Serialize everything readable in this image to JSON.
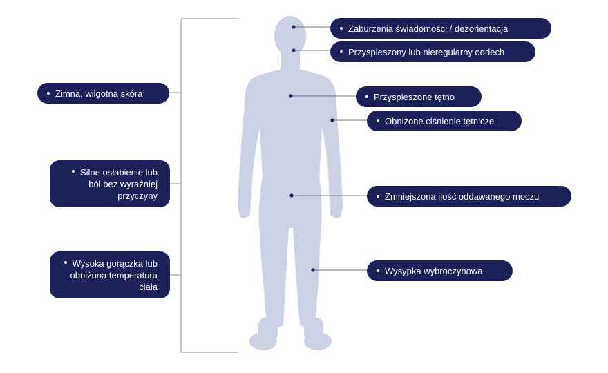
{
  "colors": {
    "pill_bg": "#1c2059",
    "pill_text": "#ffffff",
    "body": "#cdd1e4",
    "line": "#8a8ea8",
    "dot": "#1c2059"
  },
  "left_labels": [
    {
      "id": "cold-skin",
      "text": "Zimna, wilgotna skóra"
    },
    {
      "id": "weakness",
      "text": "Silne osłabienie lub ból bez wyraźniej przyczyny"
    },
    {
      "id": "fever",
      "text": "Wysoka gorączka lub obniżona temperatura ciała"
    }
  ],
  "right_labels": [
    {
      "id": "confusion",
      "text": "Zaburzenia świadomości / dezorientacja"
    },
    {
      "id": "breathing",
      "text": "Przyspieszony lub nieregularny oddech"
    },
    {
      "id": "heart-rate",
      "text": "Przyspieszone tętno"
    },
    {
      "id": "blood-pressure",
      "text": "Obniżone ciśnienie tętnicze"
    },
    {
      "id": "urine",
      "text": "Zmniejszona ilość oddawanego moczu"
    },
    {
      "id": "rash",
      "text": "Wysypka wybroczynowa"
    }
  ]
}
